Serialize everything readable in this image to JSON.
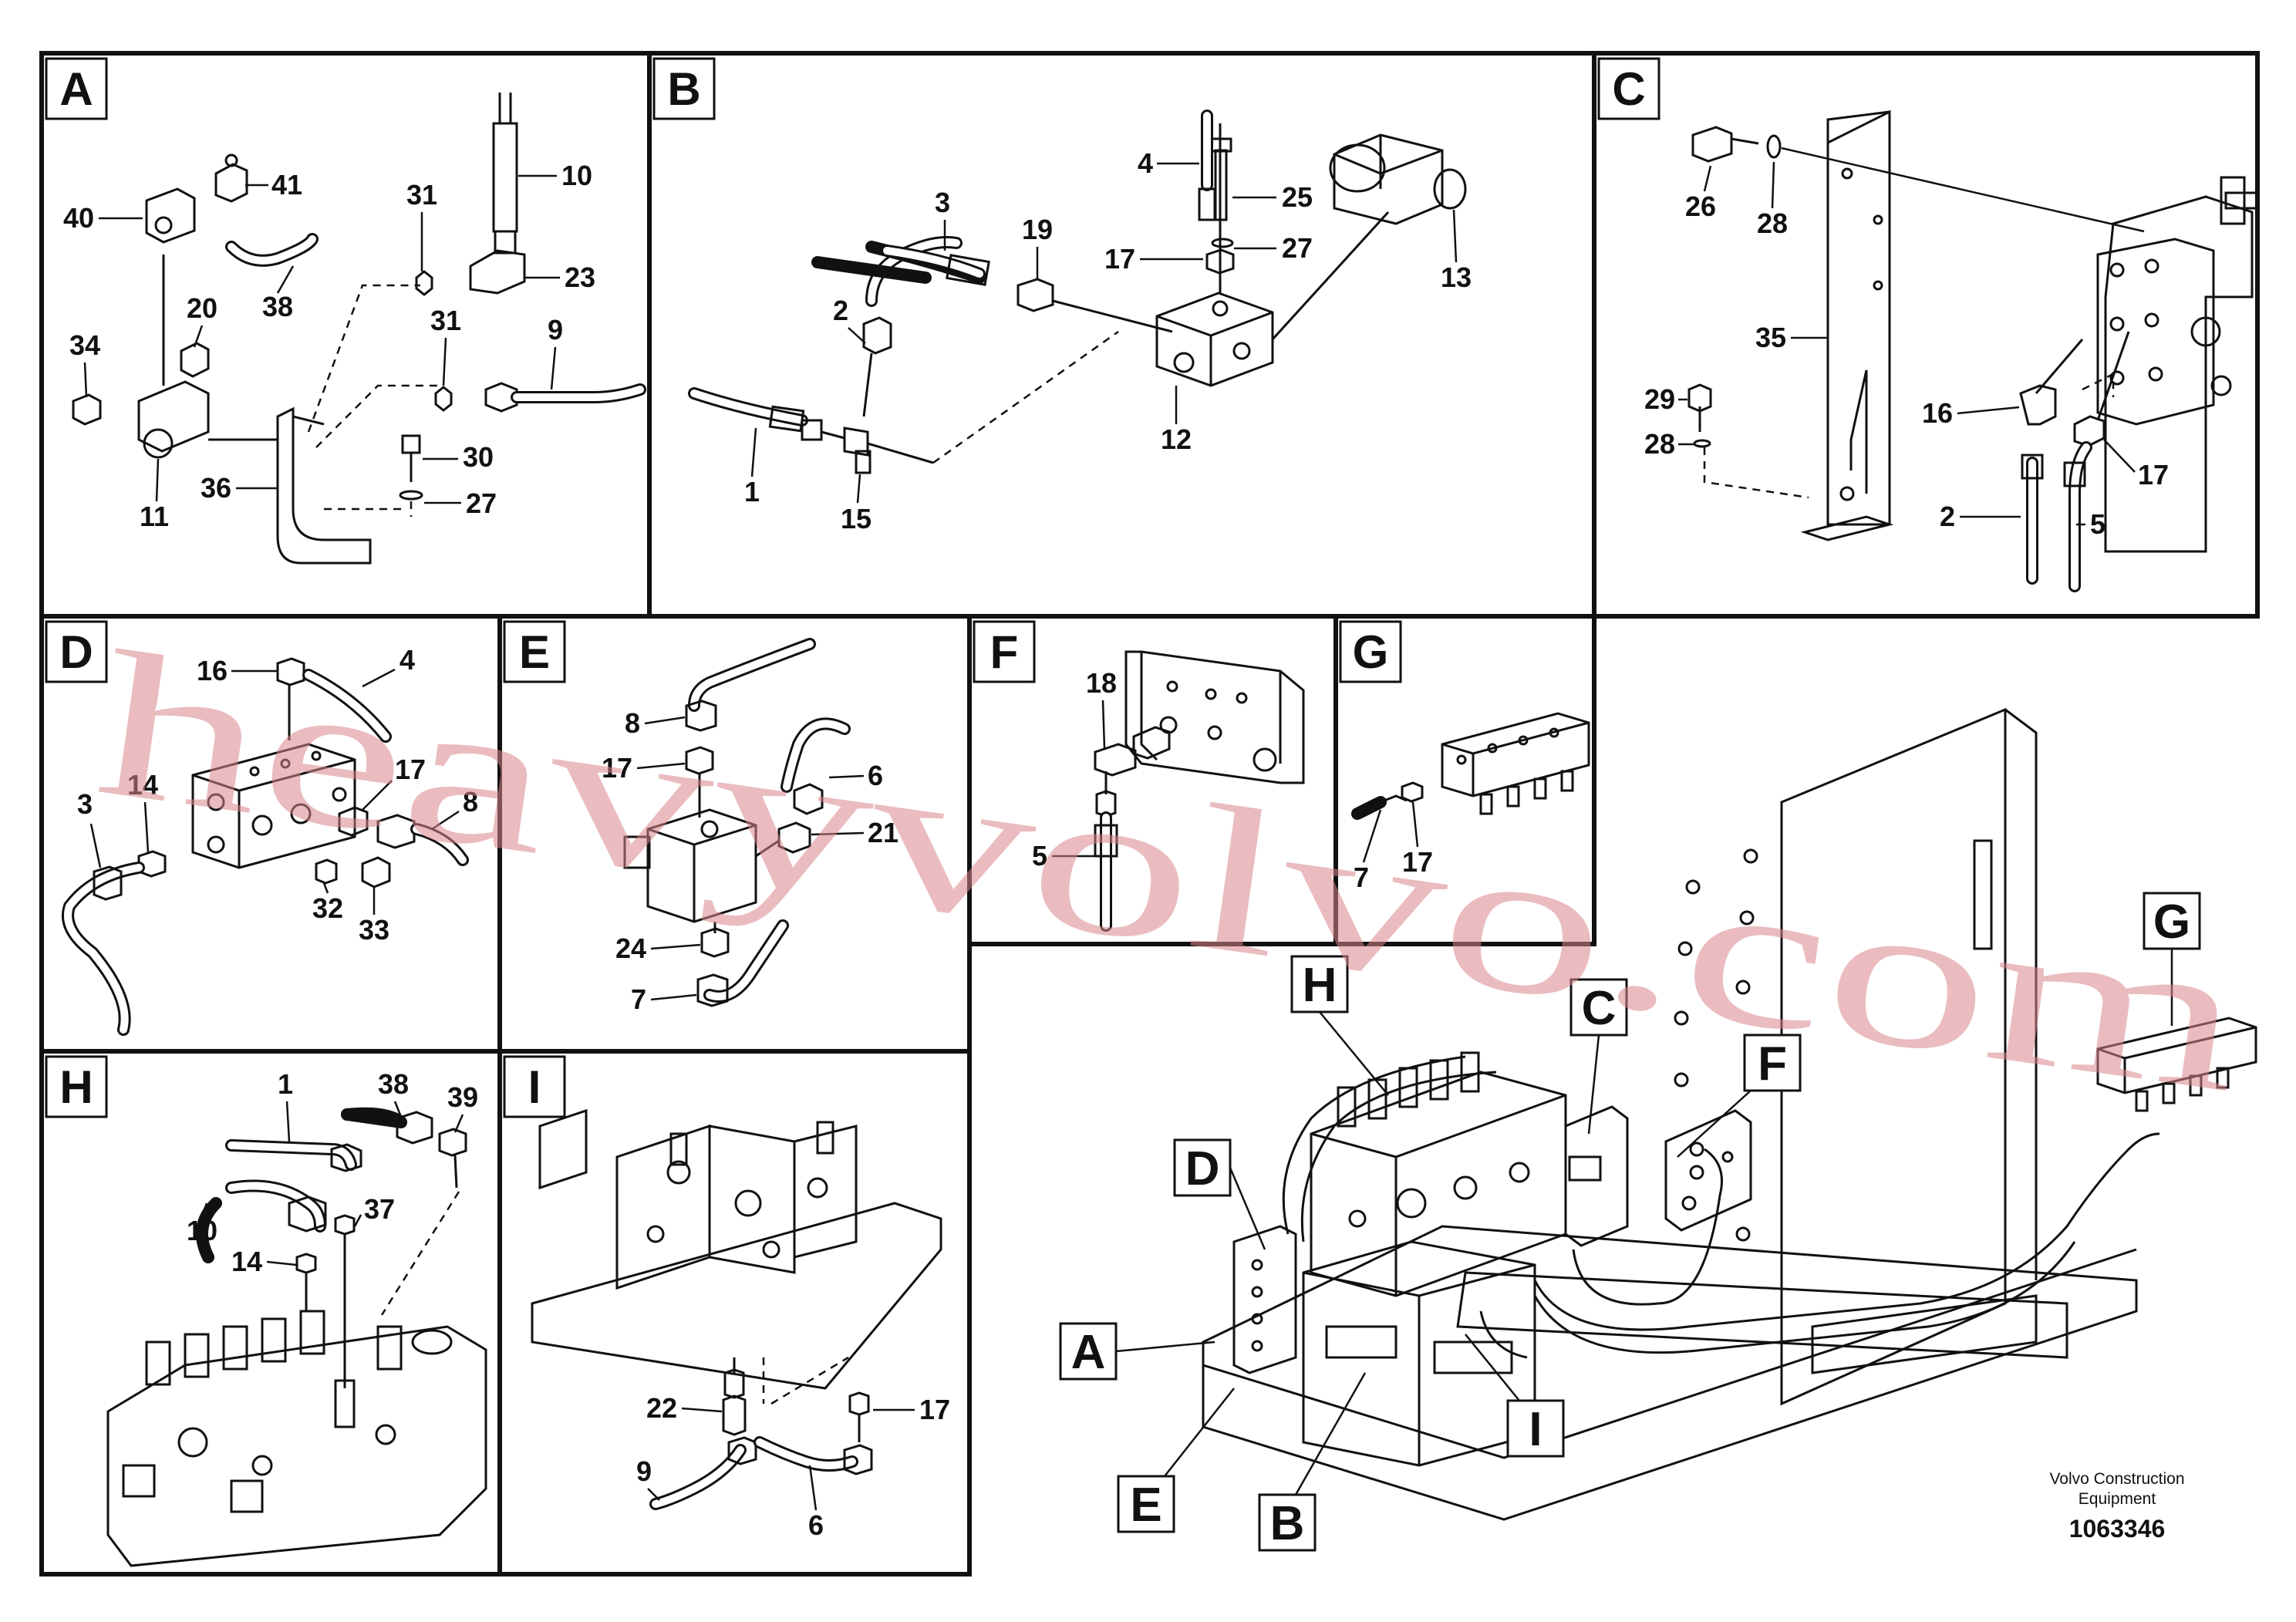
{
  "panels": [
    {
      "id": "A",
      "letter": "A"
    },
    {
      "id": "B",
      "letter": "B"
    },
    {
      "id": "C",
      "letter": "C"
    },
    {
      "id": "D",
      "letter": "D"
    },
    {
      "id": "E",
      "letter": "E"
    },
    {
      "id": "F",
      "letter": "F"
    },
    {
      "id": "G",
      "letter": "G"
    },
    {
      "id": "H",
      "letter": "H"
    },
    {
      "id": "I",
      "letter": "I"
    }
  ],
  "callouts": {
    "A": [
      "40",
      "41",
      "31",
      "10",
      "38",
      "23",
      "20",
      "31",
      "9",
      "34",
      "30",
      "36",
      "27",
      "11"
    ],
    "B": [
      "4",
      "25",
      "3",
      "19",
      "17",
      "27",
      "13",
      "2",
      "12",
      "1",
      "15"
    ],
    "C": [
      "26",
      "28",
      "35",
      "29",
      "16",
      "28",
      "17",
      "2",
      "5"
    ],
    "D": [
      "16",
      "4",
      "17",
      "3",
      "14",
      "8",
      "32",
      "33"
    ],
    "E": [
      "8",
      "17",
      "6",
      "21",
      "24",
      "7"
    ],
    "F": [
      "18",
      "5"
    ],
    "G": [
      "7",
      "17"
    ],
    "H": [
      "1",
      "38",
      "39",
      "37",
      "10",
      "14"
    ],
    "I": [
      "22",
      "17",
      "9",
      "6"
    ]
  },
  "overview_callouts": [
    "H",
    "C",
    "F",
    "G",
    "D",
    "A",
    "I",
    "E",
    "B"
  ],
  "credit": {
    "line1": "Volvo Construction",
    "line2": "Equipment",
    "document_number": "1063346"
  },
  "watermark": "heavyvolvo.com"
}
